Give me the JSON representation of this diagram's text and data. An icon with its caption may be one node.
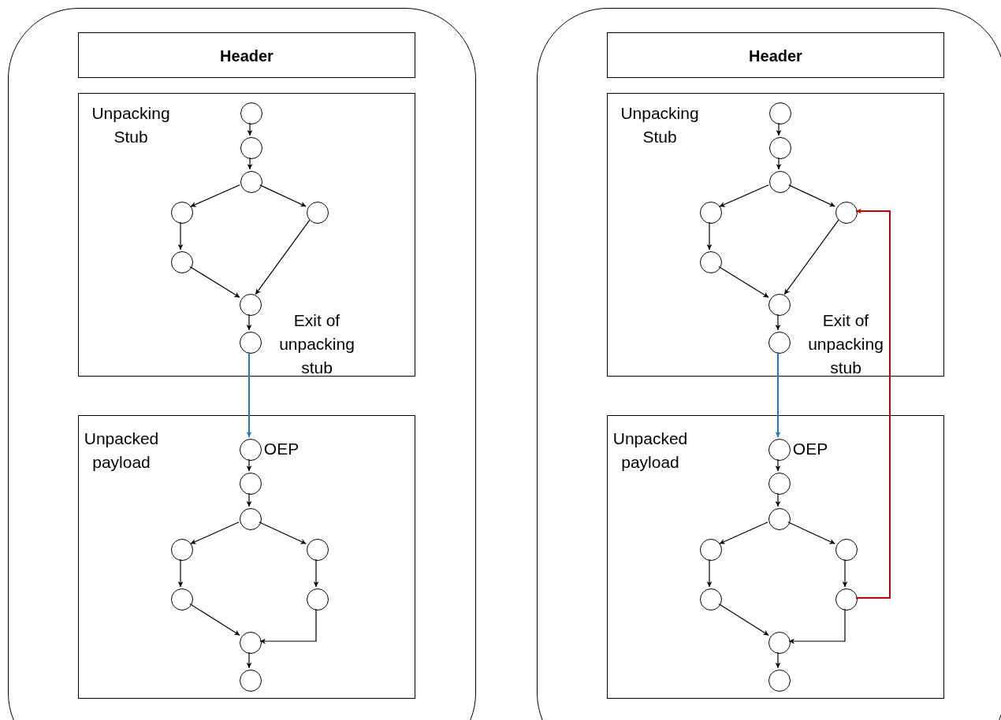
{
  "diagram": {
    "nodes": [
      {
        "text": [],
        "shape": "box"
      },
      {
        "text": [
          "Header"
        ],
        "in": 0
      },
      {
        "text": [
          "Unpacking Stub"
        ],
        "in": 0
      },
      {
        "text": [],
        "shape": "circle",
        "in": 2
      },
      {
        "text": [],
        "shape": "circle",
        "in": 2
      },
      {
        "text": [],
        "shape": "circle",
        "in": 2
      },
      {
        "text": [],
        "shape": "circle",
        "in": 2
      },
      {
        "text": [],
        "shape": "circle",
        "in": 2
      },
      {
        "text": [],
        "shape": "circle",
        "in": 2
      },
      {
        "text": [],
        "shape": "circle",
        "in": 2
      },
      {
        "text": [],
        "shape": "circle",
        "in": 2,
        "beside": [
          "Exit of unpacking stub"
        ]
      },
      {
        "text": [
          "Unpacked payload"
        ],
        "in": 0
      },
      {
        "text": [],
        "shape": "circle",
        "in": 11,
        "beside": [
          "OEP"
        ]
      },
      {
        "text": [],
        "shape": "circle",
        "in": 11
      },
      {
        "text": [],
        "shape": "circle",
        "in": 11
      },
      {
        "text": [],
        "shape": "circle",
        "in": 11
      },
      {
        "text": [],
        "shape": "circle",
        "in": 11
      },
      {
        "text": [],
        "shape": "circle",
        "in": 11
      },
      {
        "text": [],
        "shape": "circle",
        "in": 11
      },
      {
        "text": [],
        "shape": "circle",
        "in": 11
      },
      {
        "text": [],
        "shape": "circle",
        "in": 11
      },
      {
        "text": [],
        "shape": "box"
      },
      {
        "text": [
          "Header"
        ],
        "in": 21
      },
      {
        "text": [
          "Unpacking Stub"
        ],
        "in": 21
      },
      {
        "text": [],
        "shape": "circle",
        "in": 23
      },
      {
        "text": [],
        "shape": "circle",
        "in": 23
      },
      {
        "text": [],
        "shape": "circle",
        "in": 23
      },
      {
        "text": [],
        "shape": "circle",
        "in": 23
      },
      {
        "text": [],
        "shape": "circle",
        "in": 23
      },
      {
        "text": [],
        "shape": "circle",
        "in": 23
      },
      {
        "text": [],
        "shape": "circle",
        "in": 23
      },
      {
        "text": [],
        "shape": "circle",
        "in": 23,
        "beside": [
          "Exit of unpacking stub"
        ]
      },
      {
        "text": [
          "Unpacked payload"
        ],
        "in": 21
      },
      {
        "text": [],
        "shape": "circle",
        "in": 32,
        "beside": [
          "OEP"
        ]
      },
      {
        "text": [],
        "shape": "circle",
        "in": 32
      },
      {
        "text": [],
        "shape": "circle",
        "in": 32
      },
      {
        "text": [],
        "shape": "circle",
        "in": 32
      },
      {
        "text": [],
        "shape": "circle",
        "in": 32
      },
      {
        "text": [],
        "shape": "circle",
        "in": 32
      },
      {
        "text": [],
        "shape": "circle",
        "in": 32
      },
      {
        "text": [],
        "shape": "circle",
        "in": 32
      },
      {
        "text": [],
        "shape": "circle",
        "in": 32
      }
    ],
    "edges": [
      {
        "from": 3,
        "to": 4,
        "arrow": "to"
      },
      {
        "from": 4,
        "to": 5,
        "arrow": "to"
      },
      {
        "from": 5,
        "to": 6,
        "arrow": "to"
      },
      {
        "from": 5,
        "to": 7,
        "arrow": "to"
      },
      {
        "from": 6,
        "to": 8,
        "arrow": "to"
      },
      {
        "from": 8,
        "to": 9,
        "arrow": "to"
      },
      {
        "from": 7,
        "to": 9,
        "arrow": "to"
      },
      {
        "from": 9,
        "to": 10,
        "arrow": "to"
      },
      {
        "from": 10,
        "to": 12,
        "arrow": "to",
        "color": "#1f7abf"
      },
      {
        "from": 12,
        "to": 13,
        "arrow": "to"
      },
      {
        "from": 13,
        "to": 14,
        "arrow": "to"
      },
      {
        "from": 14,
        "to": 15,
        "arrow": "to"
      },
      {
        "from": 14,
        "to": 16,
        "arrow": "to"
      },
      {
        "from": 15,
        "to": 17,
        "arrow": "to"
      },
      {
        "from": 16,
        "to": 18,
        "arrow": "to"
      },
      {
        "from": 17,
        "to": 19,
        "arrow": "to"
      },
      {
        "from": 18,
        "to": 19,
        "arrow": "to"
      },
      {
        "from": 19,
        "to": 20,
        "arrow": "to"
      },
      {
        "from": 24,
        "to": 25,
        "arrow": "to"
      },
      {
        "from": 25,
        "to": 26,
        "arrow": "to"
      },
      {
        "from": 26,
        "to": 27,
        "arrow": "to"
      },
      {
        "from": 26,
        "to": 28,
        "arrow": "to"
      },
      {
        "from": 27,
        "to": 29,
        "arrow": "to"
      },
      {
        "from": 29,
        "to": 30,
        "arrow": "to"
      },
      {
        "from": 28,
        "to": 30,
        "arrow": "to"
      },
      {
        "from": 30,
        "to": 31,
        "arrow": "to"
      },
      {
        "from": 31,
        "to": 33,
        "arrow": "to",
        "color": "#1f7abf"
      },
      {
        "from": 33,
        "to": 34,
        "arrow": "to"
      },
      {
        "from": 34,
        "to": 35,
        "arrow": "to"
      },
      {
        "from": 35,
        "to": 36,
        "arrow": "to"
      },
      {
        "from": 35,
        "to": 37,
        "arrow": "to"
      },
      {
        "from": 36,
        "to": 38,
        "arrow": "to"
      },
      {
        "from": 37,
        "to": 39,
        "arrow": "to"
      },
      {
        "from": 38,
        "to": 40,
        "arrow": "to"
      },
      {
        "from": 39,
        "to": 40,
        "arrow": "to"
      },
      {
        "from": 40,
        "to": 41,
        "arrow": "to"
      },
      {
        "from": 39,
        "to": 28,
        "arrow": "to",
        "color": "#c00000"
      }
    ]
  }
}
